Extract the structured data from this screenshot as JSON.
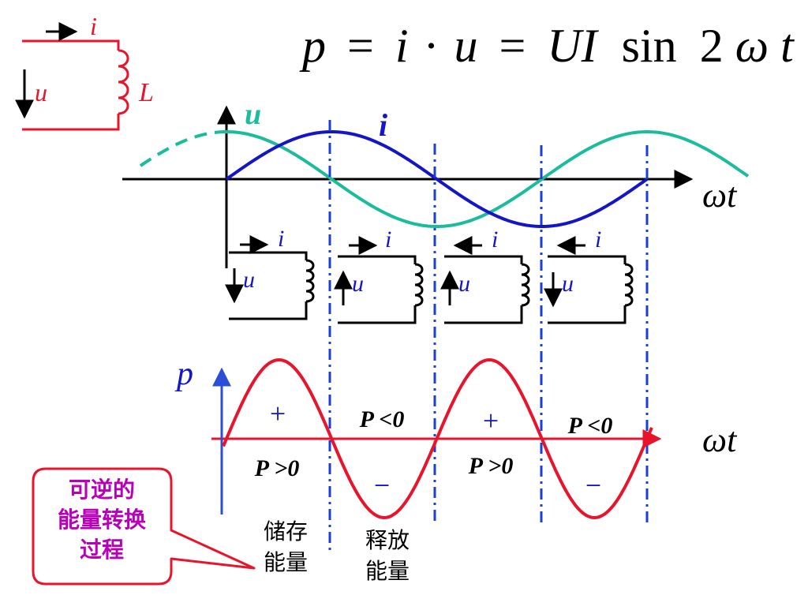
{
  "formula": {
    "lhs": "p",
    "eq1": "=",
    "i": "i",
    "dot": "·",
    "u": "u",
    "eq2": "=",
    "UI": "UI",
    "sin": "sin",
    "two": "2",
    "omega": "ω",
    "t": "t"
  },
  "circuit": {
    "current_label": "i",
    "voltage_label": "u",
    "inductor_label": "L"
  },
  "waveform_plot": {
    "u_label": "u",
    "i_label": "i",
    "x_axis_label": {
      "omega": "ω",
      "t": "t"
    },
    "colors": {
      "u": "#1abc9c",
      "i": "#1515c8",
      "axis": "#000000",
      "divider": "#1a3fd6"
    }
  },
  "mini_circuits": [
    {
      "current_label": "i",
      "current_dir": "right",
      "voltage_label": "u",
      "voltage_dir": "down"
    },
    {
      "current_label": "i",
      "current_dir": "right",
      "voltage_label": "u",
      "voltage_dir": "up"
    },
    {
      "current_label": "i",
      "current_dir": "left",
      "voltage_label": "u",
      "voltage_dir": "up"
    },
    {
      "current_label": "i",
      "current_dir": "left",
      "voltage_label": "u",
      "voltage_dir": "down"
    }
  ],
  "power_plot": {
    "p_label": "p",
    "x_axis_label": {
      "omega": "ω",
      "t": "t"
    },
    "signs": [
      "+",
      "−",
      "+",
      "−"
    ],
    "conditions": [
      "P >0",
      "P <0",
      "P >0",
      "P <0"
    ],
    "colors": {
      "p": "#e8142c",
      "axis": "#e8142c",
      "y_axis": "#2a4fd6",
      "sign": "#1515c8"
    }
  },
  "energy_labels": {
    "store": [
      "储存",
      "能量"
    ],
    "release": [
      "释放",
      "能量"
    ]
  },
  "callout": {
    "lines": [
      "可逆的",
      "能量转换",
      "过程"
    ],
    "border_color": "#e8142c",
    "text_color": "#b800b8"
  }
}
